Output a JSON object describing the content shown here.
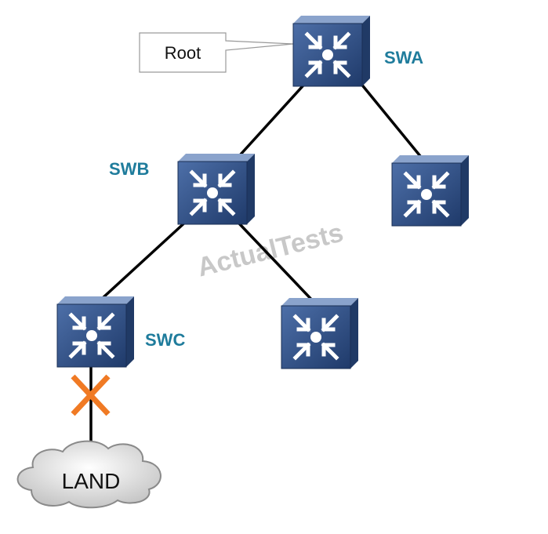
{
  "diagram": {
    "callout": {
      "text": "Root"
    },
    "switches": [
      {
        "id": "swa",
        "label": "SWA"
      },
      {
        "id": "swb",
        "label": "SWB"
      },
      {
        "id": "swc",
        "label": "SWC"
      },
      {
        "id": "sw-right",
        "label": ""
      },
      {
        "id": "sw-middle",
        "label": ""
      }
    ],
    "links": [
      {
        "from": "swa",
        "to": "swb"
      },
      {
        "from": "swa",
        "to": "sw-right"
      },
      {
        "from": "swb",
        "to": "swc"
      },
      {
        "from": "swb",
        "to": "sw-middle"
      },
      {
        "from": "swc",
        "to": "cloud",
        "blocked": true
      }
    ],
    "cloud": {
      "label": "LAND"
    },
    "watermark": "ActualTests",
    "colors": {
      "switch": "#2f4f86",
      "label": "#1f7c9c",
      "blocked_marker": "#f07a24",
      "link": "#000000"
    }
  }
}
